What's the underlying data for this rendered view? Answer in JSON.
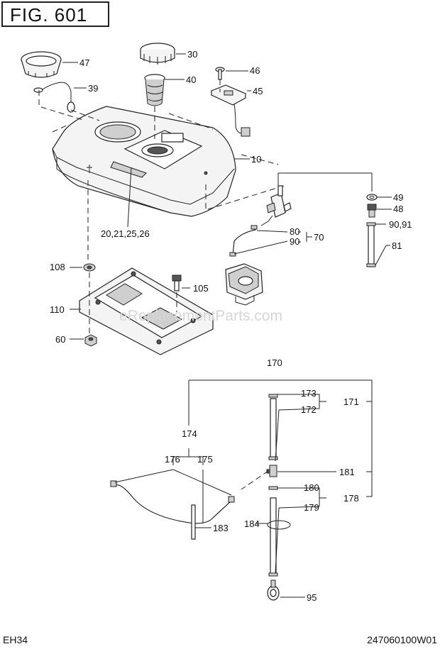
{
  "figure": {
    "title": "FIG. 601"
  },
  "footer": {
    "model": "EH34",
    "code": "247060100W01"
  },
  "watermark": "eReplacementParts.com",
  "labels": {
    "l47": "47",
    "l30": "30",
    "l39": "39",
    "l40": "40",
    "l46": "46",
    "l45": "45",
    "l10": "10",
    "l20": "20,21,25,26",
    "l49": "49",
    "l48": "48",
    "l9091a": "90,91",
    "l80": "80",
    "l70": "70",
    "l90": "90",
    "l81": "81",
    "l108": "108",
    "l105": "105",
    "l110": "110",
    "l60": "60",
    "l170": "170",
    "l173": "173",
    "l171": "171",
    "l172": "172",
    "l174": "174",
    "l176": "176",
    "l175": "175",
    "l181": "181",
    "l180": "180",
    "l178": "178",
    "l179": "179",
    "l184": "184",
    "l183": "183",
    "l95": "95"
  }
}
